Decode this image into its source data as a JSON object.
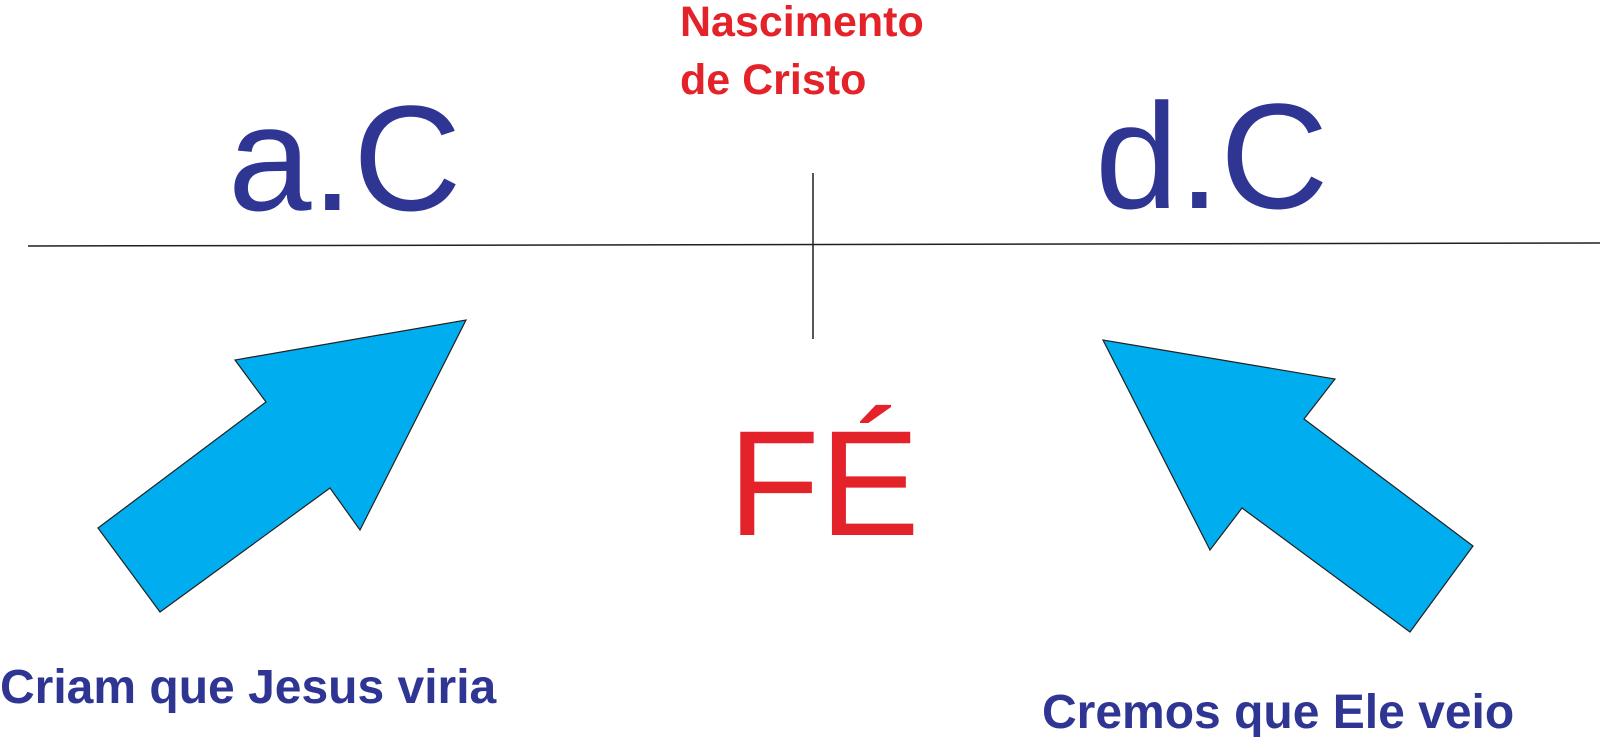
{
  "birth_label": {
    "line1": "Nascimento",
    "line2": "de Cristo"
  },
  "left_era": "a.C",
  "right_era": "d.C",
  "center_word": "FÉ",
  "left_caption": "Criam que Jesus viria",
  "right_caption": "Cremos que Ele veio",
  "colors": {
    "red": "#e3222a",
    "navy": "#2e3592",
    "arrow_fill": "#00aeef",
    "line": "#231f20"
  }
}
